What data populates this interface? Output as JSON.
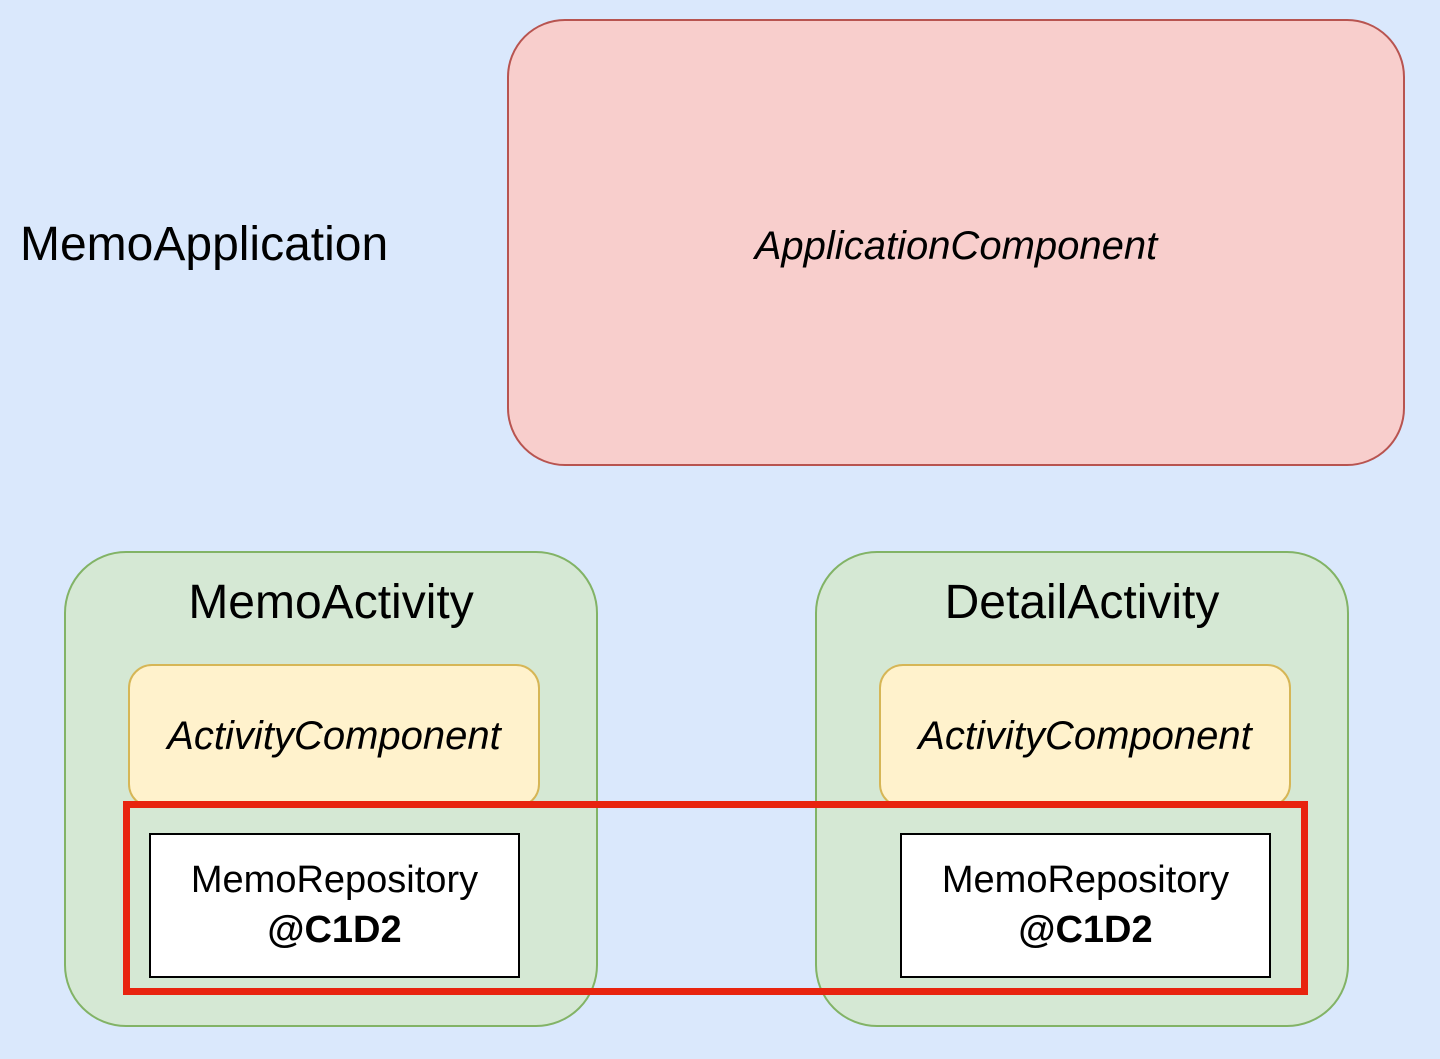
{
  "application": {
    "label": "MemoApplication",
    "component": "ApplicationComponent"
  },
  "activities": [
    {
      "title": "MemoActivity",
      "component": "ActivityComponent",
      "repository": {
        "name": "MemoRepository",
        "scope": "@C1D2"
      }
    },
    {
      "title": "DetailActivity",
      "component": "ActivityComponent",
      "repository": {
        "name": "MemoRepository",
        "scope": "@C1D2"
      }
    }
  ],
  "colors": {
    "background": "#dae8fc",
    "application_component_fill": "#f8cecc",
    "application_component_border": "#b85450",
    "activity_fill": "#d5e8d4",
    "activity_border": "#82b366",
    "activity_component_fill": "#fff2cc",
    "activity_component_border": "#d6b656",
    "highlight_border": "#e8240f"
  }
}
